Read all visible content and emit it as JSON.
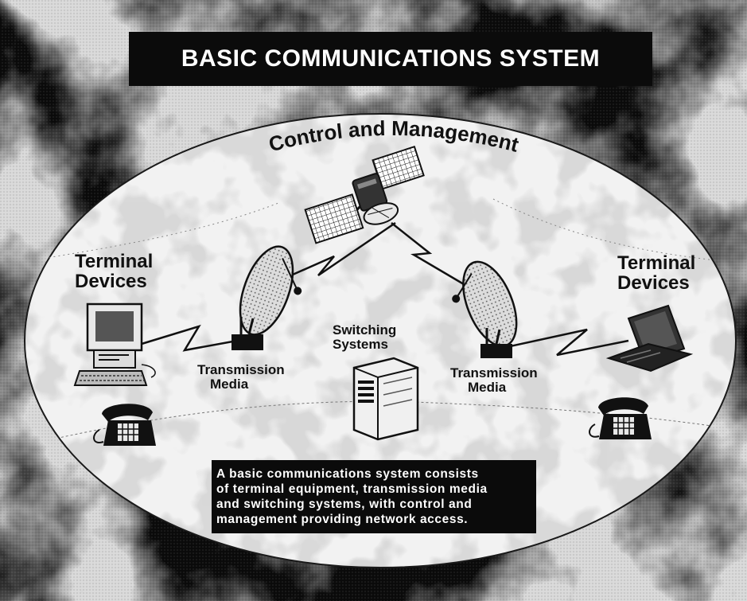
{
  "title": "BASIC COMMUNICATIONS SYSTEM",
  "control_label": "Control and Management",
  "terminal_left": [
    "Terminal",
    "Devices"
  ],
  "terminal_right": [
    "Terminal",
    "Devices"
  ],
  "switching": [
    "Switching",
    "Systems"
  ],
  "transmission_left": [
    "Transmission",
    "Media"
  ],
  "transmission_right": [
    "Transmission",
    "Media"
  ],
  "caption": [
    "A basic communications system consists",
    "of terminal equipment, transmission media",
    "and switching systems, with control and",
    "management providing network access."
  ]
}
